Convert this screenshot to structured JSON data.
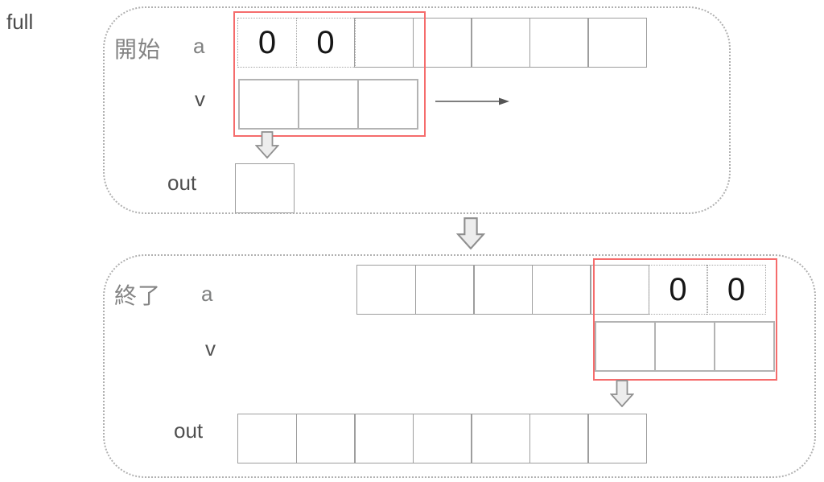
{
  "mode_label": "full",
  "colors": {
    "highlight_red": "#f56c6c",
    "cell_border_gray": "#9e9e9e",
    "v_cell_border_gray": "#b3b3b3",
    "panel_dotted_border": "#b0b0b0",
    "title_gray": "#848484",
    "dark_label_gray": "#4f4f4f",
    "block_arrow_fill": "#ededed",
    "block_arrow_stroke": "#8f8f8f",
    "thin_arrow": "#555555",
    "zero_text": "#161616"
  },
  "panels": {
    "start": {
      "title": "開始",
      "a_label": "a",
      "v_label": "v",
      "out_label": "out",
      "a_pad_values": [
        "0",
        "0"
      ],
      "a_solid_cell_count": 5,
      "v_cell_count": 3,
      "out_cell_count": 1
    },
    "end": {
      "title": "終了",
      "a_label": "a",
      "v_label": "v",
      "out_label": "out",
      "a_pad_values": [
        "0",
        "0"
      ],
      "a_solid_cell_count": 5,
      "v_cell_count": 3,
      "out_cell_count": 7
    }
  },
  "icons": {
    "slide_direction": "right-arrow",
    "output_drop": "down-block-arrow",
    "next_step": "down-block-arrow"
  }
}
